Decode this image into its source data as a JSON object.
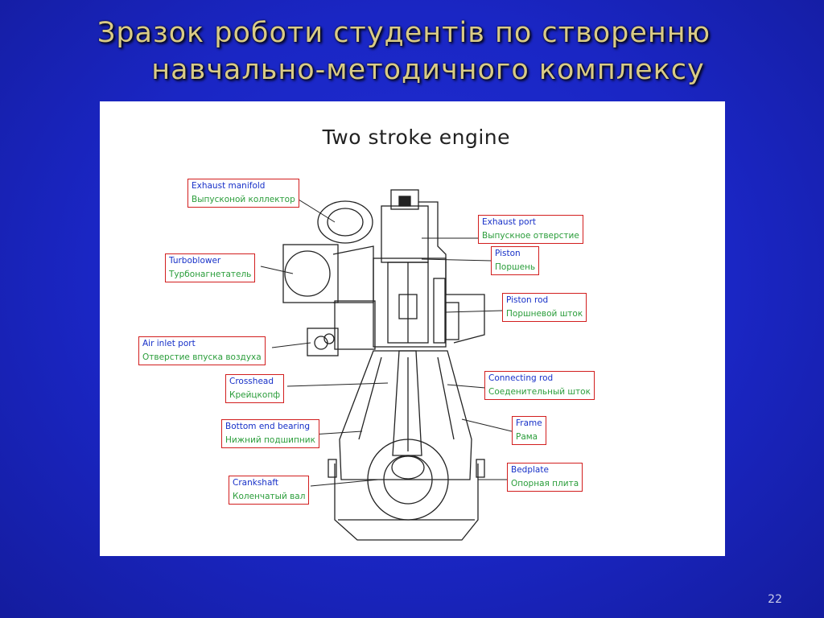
{
  "slide": {
    "title_line1": "Зразок роботи студентів по створенню",
    "title_line2": "навчально-методичного комплексу",
    "page_number": "22"
  },
  "diagram": {
    "title": "Two stroke engine",
    "labels": {
      "exhaust_manifold": {
        "en": "Exhaust manifold",
        "ru": "Выпусконой коллектор"
      },
      "turboblower": {
        "en": "Turboblower",
        "ru": "Турбонагнетатель"
      },
      "air_inlet_port": {
        "en": "Air inlet port",
        "ru": "Отверстие впуска воздуха"
      },
      "crosshead": {
        "en": "Crosshead",
        "ru": "Крейцкопф"
      },
      "bottom_end_bearing": {
        "en": "Bottom end bearing",
        "ru": "Нижний подшипник"
      },
      "crankshaft": {
        "en": "Crankshaft",
        "ru": "Коленчатый вал"
      },
      "exhaust_port": {
        "en": "Exhaust port",
        "ru": "Выпускное отверстие"
      },
      "piston": {
        "en": "Piston",
        "ru": "Поршень"
      },
      "piston_rod": {
        "en": "Piston rod",
        "ru": "Поршневой шток"
      },
      "connecting_rod": {
        "en": "Connecting rod",
        "ru": "Соеденительный шток"
      },
      "frame": {
        "en": "Frame",
        "ru": "Рама"
      },
      "bedplate": {
        "en": "Bedplate",
        "ru": "Опорная плита"
      }
    },
    "colors": {
      "border": "#d21e1e",
      "english_text": "#1730c8",
      "russian_text": "#2a9d3a"
    }
  }
}
